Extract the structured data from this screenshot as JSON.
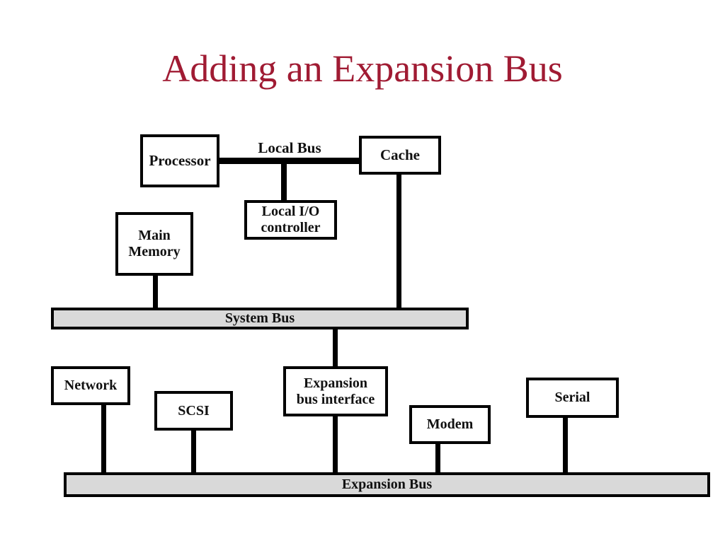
{
  "title": "Adding an Expansion Bus",
  "colors": {
    "title_red": "#A01B33",
    "bus_fill": "#D9D9D9",
    "line_black": "#000000",
    "background": "#FFFFFF"
  },
  "nodes": {
    "processor": {
      "label": "Processor"
    },
    "cache": {
      "label": "Cache"
    },
    "local_io_controller": {
      "label": "Local I/O\ncontroller"
    },
    "main_memory": {
      "label": "Main\nMemory"
    },
    "network": {
      "label": "Network"
    },
    "scsi": {
      "label": "SCSI"
    },
    "expansion_bus_interface": {
      "label": "Expansion\nbus interface"
    },
    "modem": {
      "label": "Modem"
    },
    "serial": {
      "label": "Serial"
    }
  },
  "buses": {
    "local_bus": {
      "label": "Local Bus"
    },
    "system_bus": {
      "label": "System Bus"
    },
    "expansion_bus": {
      "label": "Expansion Bus"
    }
  }
}
